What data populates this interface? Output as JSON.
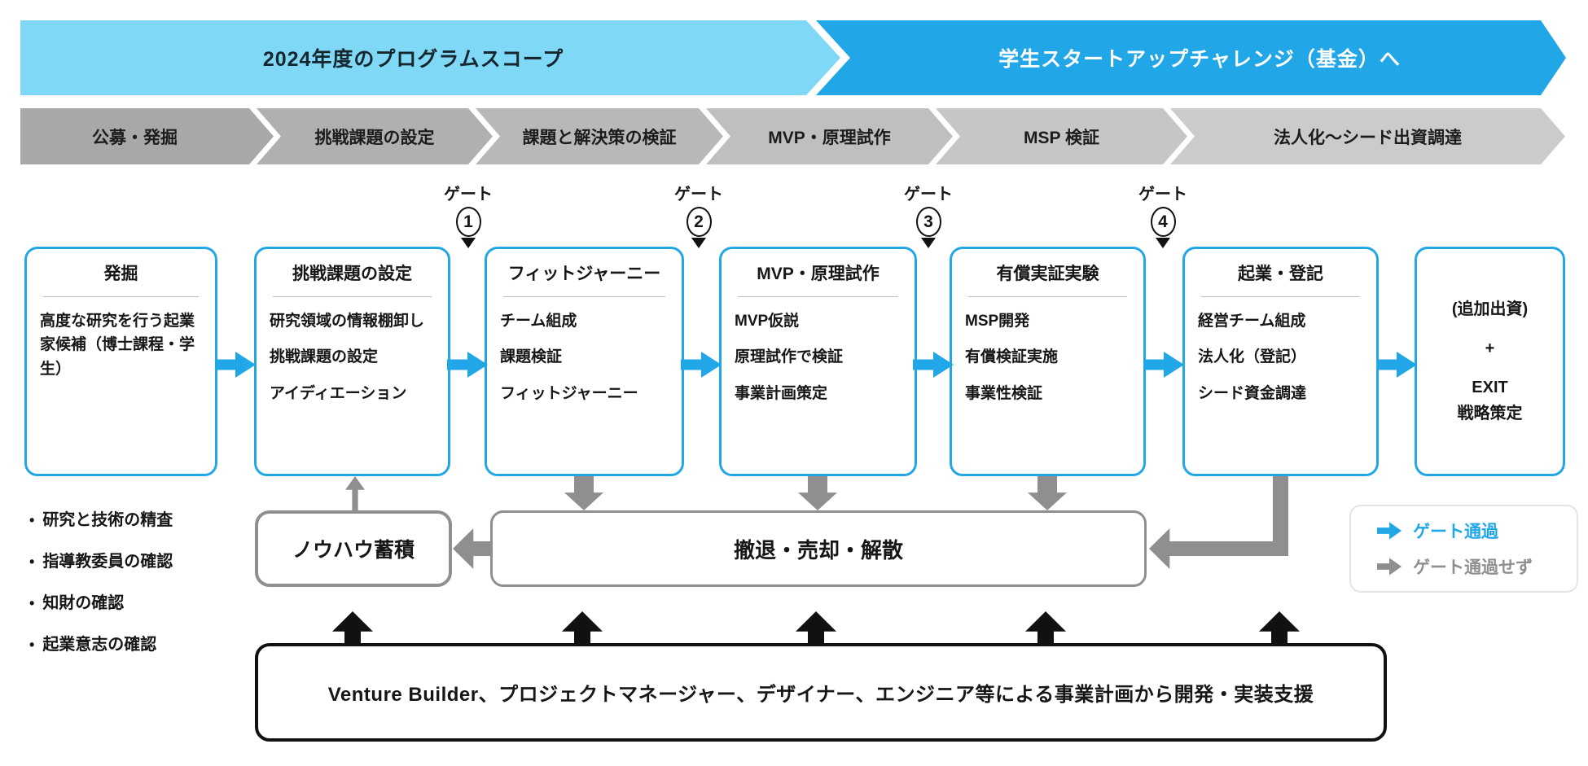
{
  "banners": {
    "scope": "2024年度のプログラムスコープ",
    "next": "学生スタートアップチャレンジ（基金）へ"
  },
  "phases": [
    "公募・発掘",
    "挑戦課題の設定",
    "課題と解決策の検証",
    "MVP・原理試作",
    "MSP 検証",
    "法人化〜シード出資調達"
  ],
  "gates": {
    "label": "ゲート",
    "numbers": [
      "1",
      "2",
      "3",
      "4"
    ]
  },
  "stages": [
    {
      "title": "発掘",
      "items": [
        "高度な研究を行う起業家候補（博士課程・学生）"
      ]
    },
    {
      "title": "挑戦課題の設定",
      "items": [
        "研究領域の情報棚卸し",
        "挑戦課題の設定",
        "アイディエーション"
      ]
    },
    {
      "title": "フィットジャーニー",
      "items": [
        "チーム組成",
        "課題検証",
        "フィットジャーニー"
      ]
    },
    {
      "title": "MVP・原理試作",
      "items": [
        "MVP仮説",
        "原理試作で検証",
        "事業計画策定"
      ]
    },
    {
      "title": "有償実証実験",
      "items": [
        "MSP開発",
        "有償検証実施",
        "事業性検証"
      ]
    },
    {
      "title": "起業・登記",
      "items": [
        "経営チーム組成",
        "法人化（登記）",
        "シード資金調達"
      ]
    }
  ],
  "final_box": {
    "lines": [
      "(追加出資)",
      "+",
      "EXIT",
      "戦略策定"
    ]
  },
  "checklist_bullet": "•",
  "checklist": [
    "研究と技術の精査",
    "指導教委員の確認",
    "知財の確認",
    "起業意志の確認"
  ],
  "knowhow_box": "ノウハウ蓄積",
  "withdraw_box": "撤退・売却・解散",
  "legend": {
    "pass": "ゲート通過",
    "fail": "ゲート通過せず"
  },
  "support_box": "Venture Builder、プロジェクトマネージャー、デザイナー、エンジニア等による事業計画から開発・実装支援",
  "icons": {
    "gate_pointer": "triangle-down",
    "pass_arrow": "right-arrow-blue",
    "fail_arrow": "right-arrow-gray",
    "support_arrow": "up-arrow-black"
  },
  "colors": {
    "light_blue": "#7ed8f6",
    "blue": "#21a7e8",
    "gray_connector": "#8f8f8f",
    "black": "#111111",
    "phase_grays": [
      "#a8a8a8",
      "#b0b0b0",
      "#b8b8b8",
      "#bfbfbf",
      "#c6c6c6",
      "#cbcbcb"
    ]
  }
}
